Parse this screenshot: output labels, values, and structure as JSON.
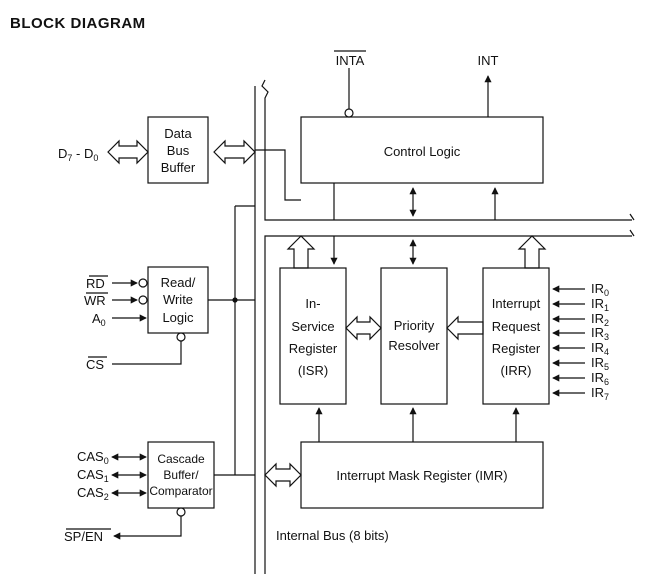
{
  "title": "BLOCK DIAGRAM",
  "bus_label": "Internal Bus (8 bits)",
  "blocks": {
    "control_logic": "Control Logic",
    "data_bus_buffer": [
      "Data",
      "Bus",
      "Buffer"
    ],
    "read_write_logic": [
      "Read/",
      "Write",
      "Logic"
    ],
    "cascade_buffer": [
      "Cascade",
      "Buffer/",
      "Comparator"
    ],
    "isr": [
      "In-",
      "Service",
      "Register",
      "(ISR)"
    ],
    "priority_resolver": [
      "Priority",
      "Resolver"
    ],
    "irr": [
      "Interrupt",
      "Request",
      "Register",
      "(IRR)"
    ],
    "imr": "Interrupt Mask Register (IMR)"
  },
  "signals": {
    "inta": "INTA",
    "int": "INT",
    "data_bus": {
      "base": "D",
      "sub1": "7",
      "mid": " - D",
      "sub2": "0"
    },
    "rd": "RD",
    "wr": "WR",
    "a0": {
      "base": "A",
      "sub": "0"
    },
    "cs": "CS",
    "sp_en": "SP/EN",
    "cas": [
      {
        "base": "CAS",
        "sub": "0"
      },
      {
        "base": "CAS",
        "sub": "1"
      },
      {
        "base": "CAS",
        "sub": "2"
      }
    ],
    "ir": [
      {
        "base": "IR",
        "sub": "0"
      },
      {
        "base": "IR",
        "sub": "1"
      },
      {
        "base": "IR",
        "sub": "2"
      },
      {
        "base": "IR",
        "sub": "3"
      },
      {
        "base": "IR",
        "sub": "4"
      },
      {
        "base": "IR",
        "sub": "5"
      },
      {
        "base": "IR",
        "sub": "6"
      },
      {
        "base": "IR",
        "sub": "7"
      }
    ]
  }
}
